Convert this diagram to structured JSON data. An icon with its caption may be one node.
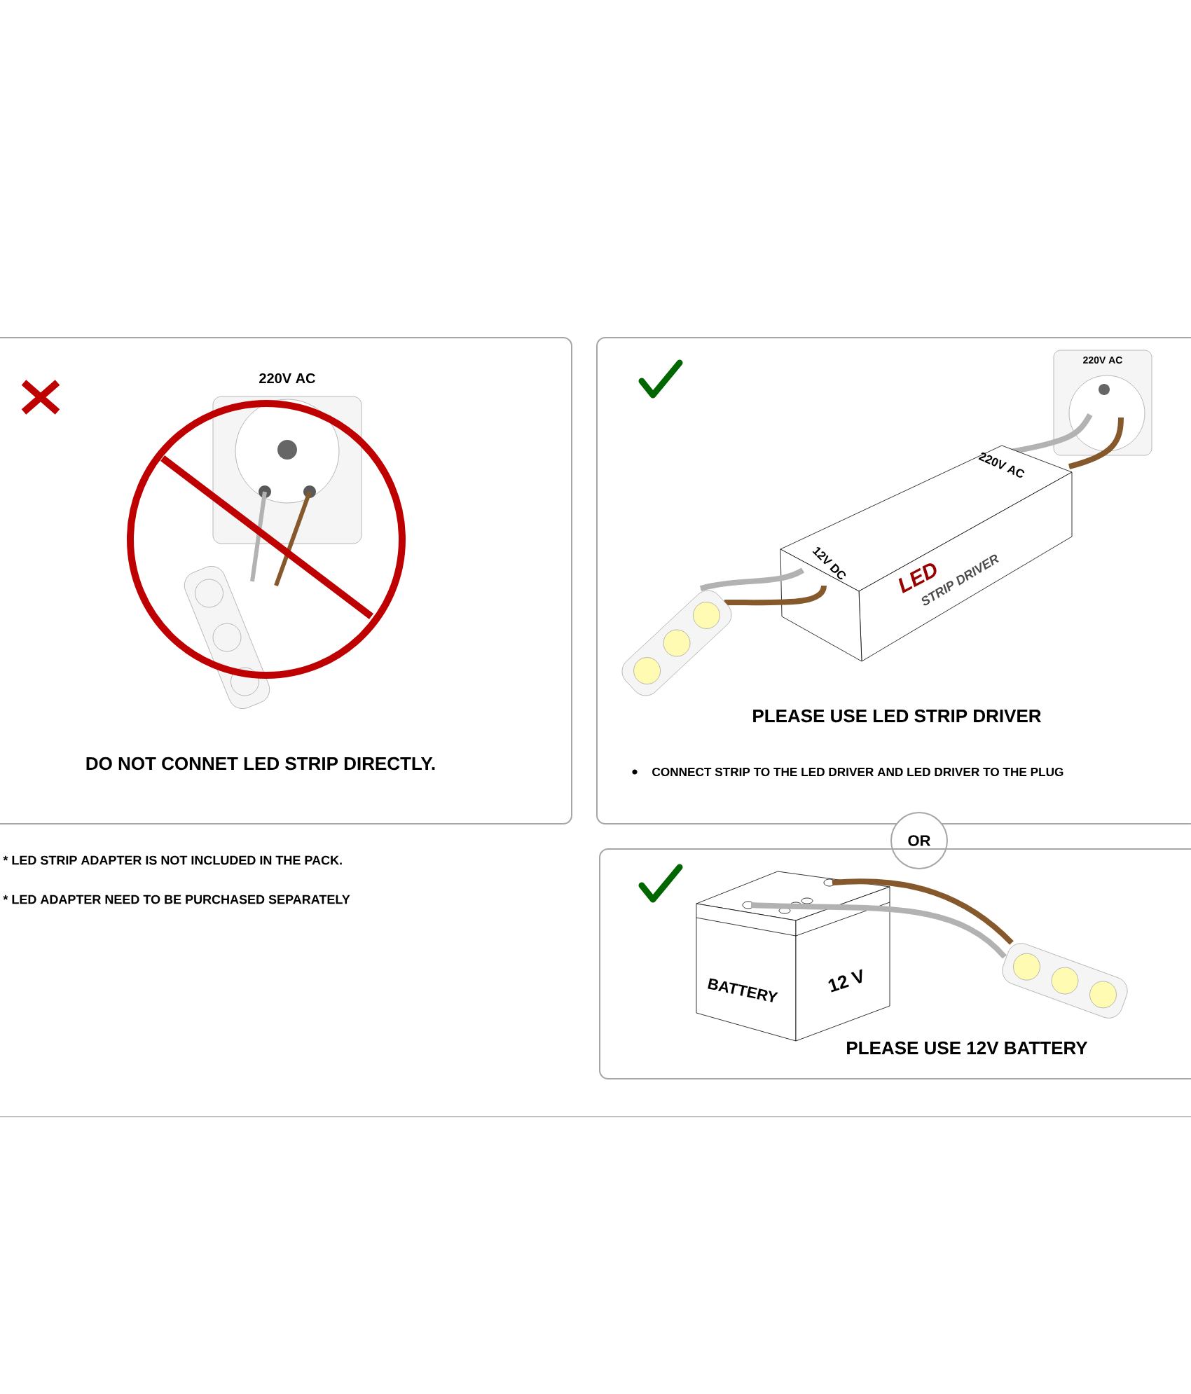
{
  "diagram": {
    "nodes": [
      {
        "text": [
          "DO NOT CONNET LED STRIP DIRECTLY."
        ]
      },
      {
        "text": [
          "PLEASE USE LED STRIP DRIVER",
          "CONNECT STRIP TO THE LED DRIVER AND LED DRIVER TO THE PLUG"
        ]
      },
      {
        "text": [
          "OR"
        ]
      },
      {
        "text": [
          "PLEASE USE 12V BATTERY"
        ]
      }
    ],
    "labels": [
      "220V AC",
      "220V AC",
      "220V AC",
      "12V DC",
      "LED",
      "STRIP DRIVER",
      "BATTERY",
      "12 V",
      "* LED STRIP ADAPTER IS NOT INCLUDED IN THE PACK.",
      "* LED ADAPTER NEED TO BE PURCHASED SEPARATELY"
    ]
  }
}
